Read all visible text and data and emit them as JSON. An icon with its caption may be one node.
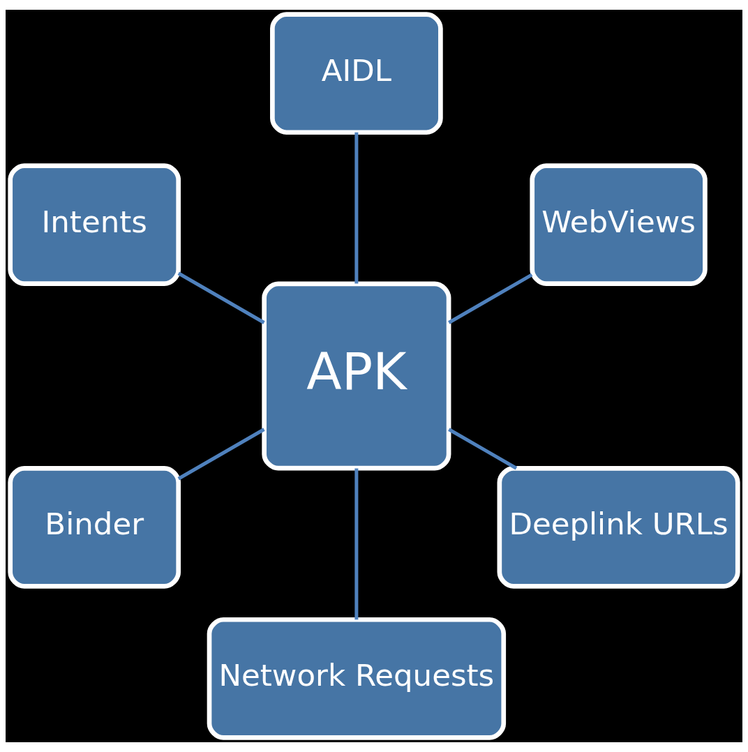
{
  "diagram": {
    "nodes": [
      {
        "text": [
          "WebViews"
        ]
      },
      {
        "text": [
          "AIDL"
        ]
      },
      {
        "text": [
          "Intents"
        ]
      },
      {
        "text": [
          "APK"
        ]
      },
      {
        "text": [
          "Binder"
        ]
      },
      {
        "text": [
          "Network Requests"
        ]
      },
      {
        "text": [
          "Deeplink URLs"
        ]
      }
    ],
    "edges": [
      {
        "from": 3,
        "to": 0,
        "arrow": "none"
      },
      {
        "from": 3,
        "to": 2,
        "arrow": "none"
      },
      {
        "from": 3,
        "to": 5,
        "arrow": "none"
      },
      {
        "from": 3,
        "to": 6,
        "arrow": "none"
      },
      {
        "from": 3,
        "to": 4,
        "arrow": "none"
      },
      {
        "from": 3,
        "to": 1,
        "arrow": "none"
      }
    ]
  }
}
